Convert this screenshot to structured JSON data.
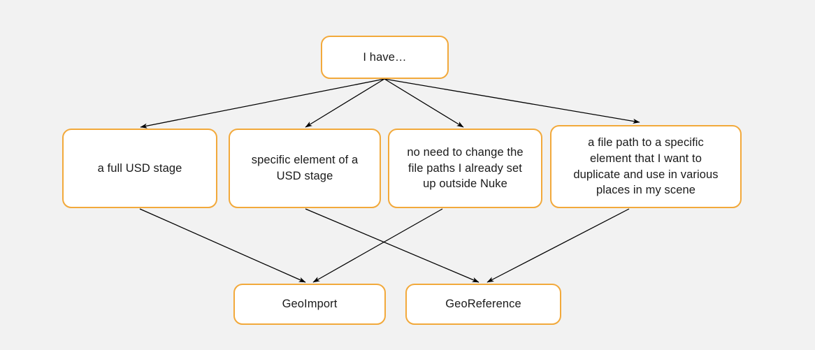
{
  "diagram": {
    "title": "Nuke USD node chooser decision diagram",
    "background_color": "#f2f2f2",
    "node_fill": "#ffffff",
    "node_border_color": "#f2a93b",
    "edge_color": "#000000",
    "nodes": {
      "root": {
        "label": "I have…"
      },
      "options": [
        {
          "label": "a full USD stage"
        },
        {
          "label": "specific element of a\nUSD stage"
        },
        {
          "label": "no need to change the\nfile paths I already set\nup outside Nuke"
        },
        {
          "label": "a file path to a specific\nelement that I want to\nduplicate and use in various\nplaces in my scene"
        }
      ],
      "results": [
        {
          "label": "GeoImport"
        },
        {
          "label": "GeoReference"
        }
      ]
    },
    "edges": [
      {
        "from": "root",
        "to": "a full USD stage"
      },
      {
        "from": "root",
        "to": "specific element of a USD stage"
      },
      {
        "from": "root",
        "to": "no need to change the file paths I already set up outside Nuke"
      },
      {
        "from": "root",
        "to": "a file path to a specific element that I want to duplicate and use in various places in my scene"
      },
      {
        "from": "a full USD stage",
        "to": "GeoImport"
      },
      {
        "from": "specific element of a USD stage",
        "to": "GeoReference"
      },
      {
        "from": "no need to change the file paths I already set up outside Nuke",
        "to": "GeoImport"
      },
      {
        "from": "a file path to a specific element that I want to duplicate and use in various places in my scene",
        "to": "GeoReference"
      }
    ]
  }
}
